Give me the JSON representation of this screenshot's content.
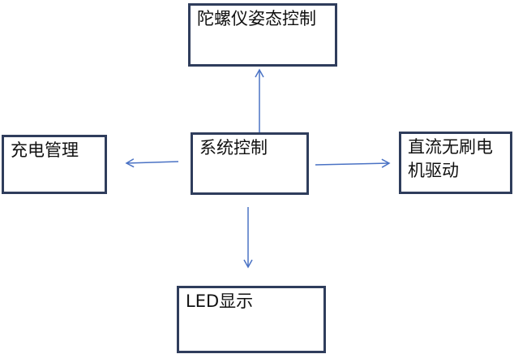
{
  "nodes": {
    "gyro": {
      "label": "陀螺仪姿态控制"
    },
    "system": {
      "label": "系统控制"
    },
    "charge": {
      "label": "充电管理"
    },
    "motor": {
      "label": "直流无刷电机驱动"
    },
    "led": {
      "label": "LED显示"
    }
  },
  "edges": [
    {
      "from": "system",
      "to": "gyro"
    },
    {
      "from": "system",
      "to": "charge"
    },
    {
      "from": "system",
      "to": "motor"
    },
    {
      "from": "system",
      "to": "led"
    }
  ],
  "colors": {
    "box_border": "#2f3d5c",
    "arrow": "#4a72c4",
    "text": "#111111"
  }
}
